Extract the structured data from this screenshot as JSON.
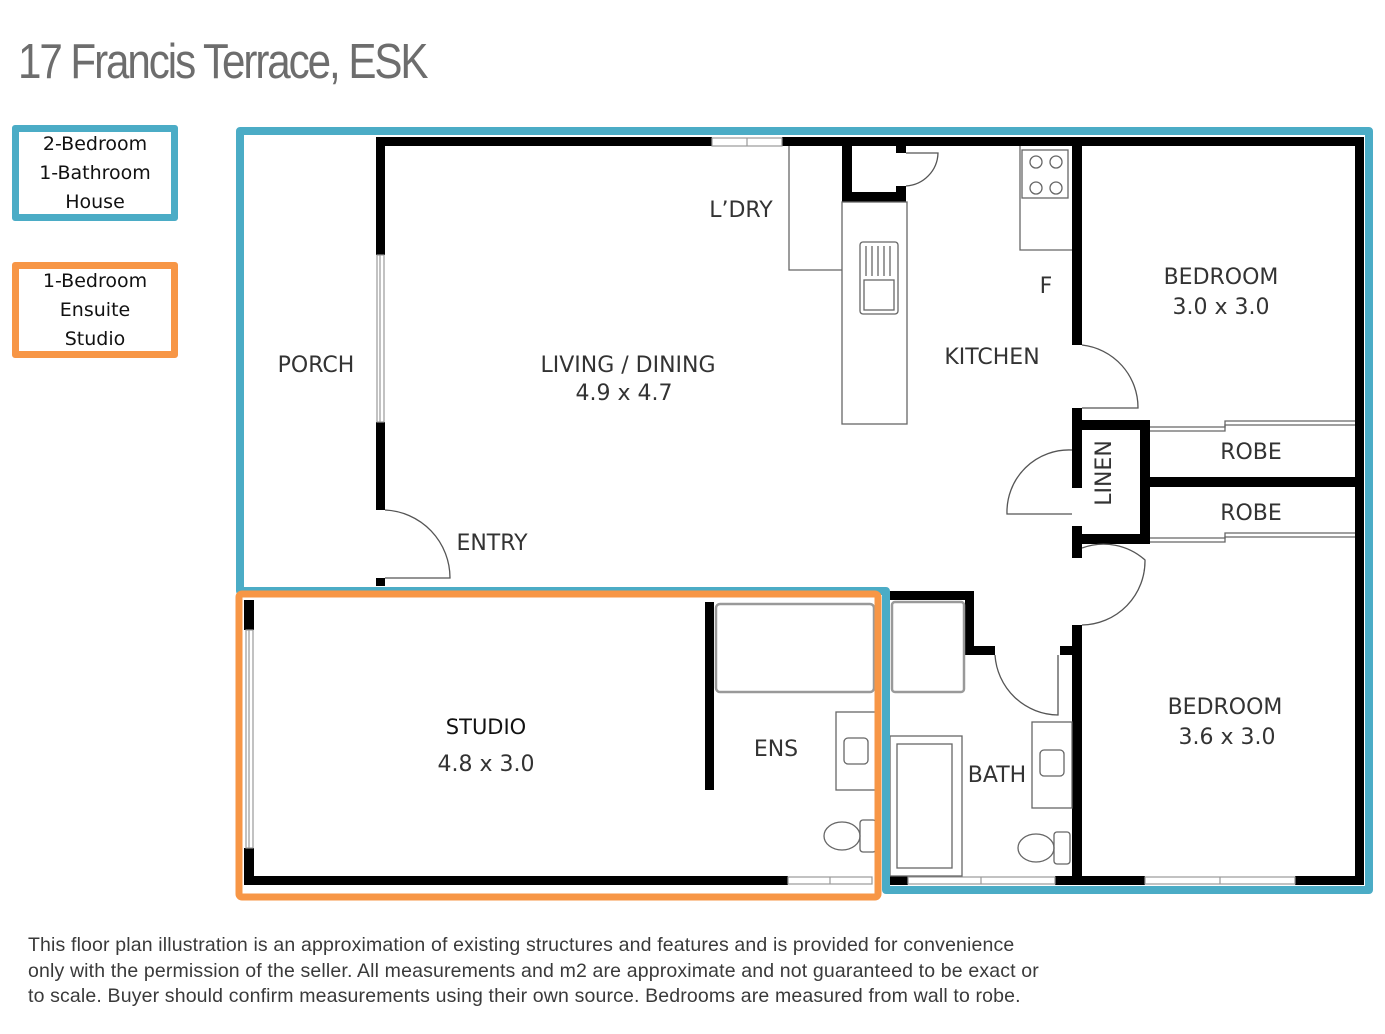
{
  "title": "17 Francis Terrace, ESK",
  "legend": [
    {
      "lines": [
        "2-Bedroom",
        "1-Bathroom",
        "House"
      ],
      "color": "#4bacc6"
    },
    {
      "lines": [
        "1-Bedroom",
        "Ensuite",
        "Studio"
      ],
      "color": "#f79646"
    }
  ],
  "rooms": {
    "porch": "PORCH",
    "living_dining": {
      "name": "LIVING / DINING",
      "size": "4.9 x 4.7"
    },
    "laundry": "L’DRY",
    "kitchen": "KITCHEN",
    "fridge": "F",
    "entry": "ENTRY",
    "linen": "LINEN",
    "robe_1": "ROBE",
    "robe_2": "ROBE",
    "bedroom_1": {
      "name": "BEDROOM",
      "size": "3.0 x 3.0"
    },
    "bedroom_2": {
      "name": "BEDROOM",
      "size": "3.6 x 3.0"
    },
    "bath": "BATH",
    "ensuite": "ENS",
    "studio": {
      "name": "STUDIO",
      "size": "4.8 x 3.0"
    }
  },
  "colors": {
    "house_outline": "#4bacc6",
    "studio_outline": "#f79646",
    "wall": "#000000",
    "fixture": "#777777"
  },
  "disclaimer": [
    "This floor plan illustration is an approximation of existing structures and features and is provided for convenience",
    "only with the permission of the seller. All measurements and m2 are approximate and not guaranteed to be exact or",
    "to scale. Buyer should confirm measurements using their own source. Bedrooms are measured from wall to robe."
  ]
}
